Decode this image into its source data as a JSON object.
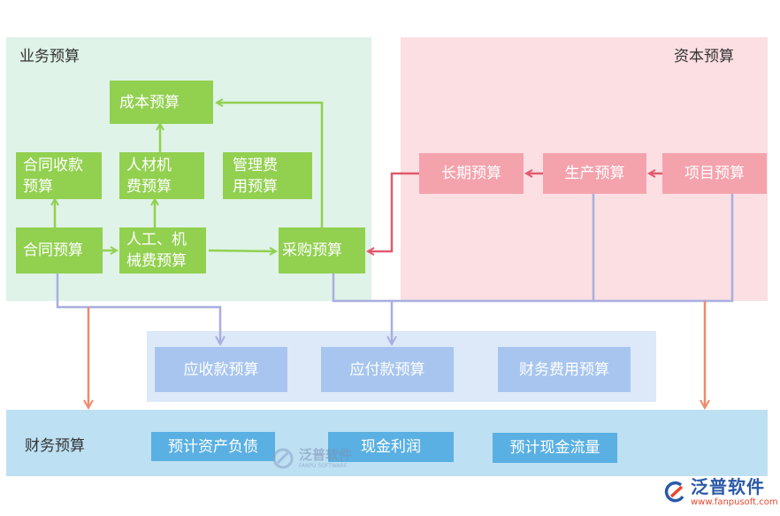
{
  "regions": {
    "business": {
      "title": "业务预算",
      "color": "#dff3e8"
    },
    "capital": {
      "title": "资本预算",
      "color": "#fbdfe3"
    },
    "middle": {
      "color": "#dde9f8"
    },
    "finance": {
      "title": "财务预算",
      "color": "#bde0f3"
    }
  },
  "business_nodes": {
    "cost": "成本预算",
    "contract_receipt": "合同收款\n预算",
    "talent_material": "人材机\n费预算",
    "management": "管理费\n用预算",
    "contract": "合同预算",
    "labor_machine": "人工、机\n械费预算",
    "purchase": "采购预算"
  },
  "capital_nodes": {
    "long_term": "长期预算",
    "production": "生产预算",
    "project": "项目预算"
  },
  "middle_nodes": {
    "receivable": "应收款预算",
    "payable": "应付款预算",
    "finance_fee": "财务费用预算"
  },
  "finance_nodes": {
    "asset_liability": "预计资产负债",
    "cash_profit": "现金利润",
    "cash_flow": "预计现金流量"
  },
  "watermark": {
    "name": "泛普软件",
    "sub": "FANPU SOFTWARE"
  },
  "logo": {
    "name": "泛普软件",
    "url": "www.fanpusoft.com"
  },
  "colors": {
    "green_node": "#92d050",
    "pink_node": "#f4a3ad",
    "light_blue_node": "#a7c5ee",
    "blue_node": "#5ab0e2",
    "green_arrow": "#92d050",
    "red_arrow": "#e05a6e",
    "purple_line": "#a9aee0",
    "orange_arrow": "#ef8a6c"
  }
}
